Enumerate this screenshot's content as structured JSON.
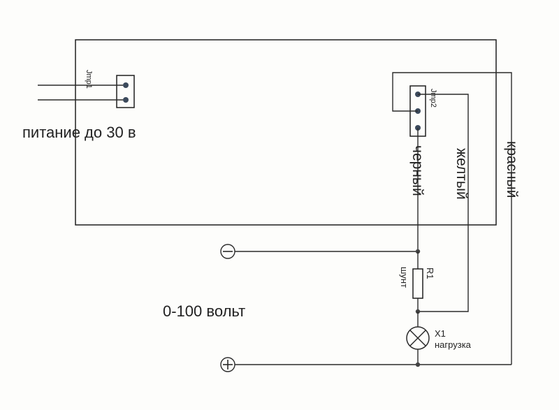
{
  "labels": {
    "power": "питание до 30 в",
    "voltage": "0-100 вольт",
    "jmp1": "Jmp1",
    "jmp2": "Jmp2",
    "black": "черный",
    "yellow": "желтый",
    "red": "красный",
    "r1": "R1",
    "shunt": "шунт",
    "x1": "X1",
    "load": "нагрузка",
    "minus": "−",
    "plus": "+"
  },
  "icons": {
    "minus_terminal": "minus-circle-icon",
    "plus_terminal": "plus-circle-icon",
    "lamp": "lamp-cross-icon",
    "resistor": "resistor-icon"
  },
  "colors": {
    "line": "#2b2b2b",
    "pin": "#3c4a5c",
    "background": "#fdfdfb"
  }
}
